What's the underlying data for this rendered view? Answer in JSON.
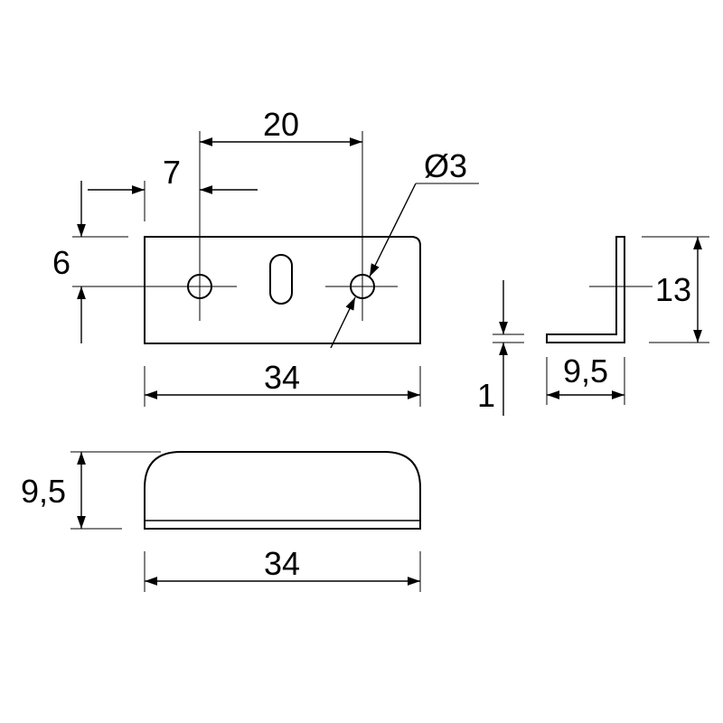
{
  "dimensions": {
    "hole_spacing": "20",
    "edge_to_hole": "7",
    "hole_diameter": "Ø3",
    "hole_height": "6",
    "length_top": "34",
    "flange_height": "13",
    "thickness": "1",
    "base_width": "9,5",
    "front_height": "9,5",
    "length_front": "34"
  }
}
